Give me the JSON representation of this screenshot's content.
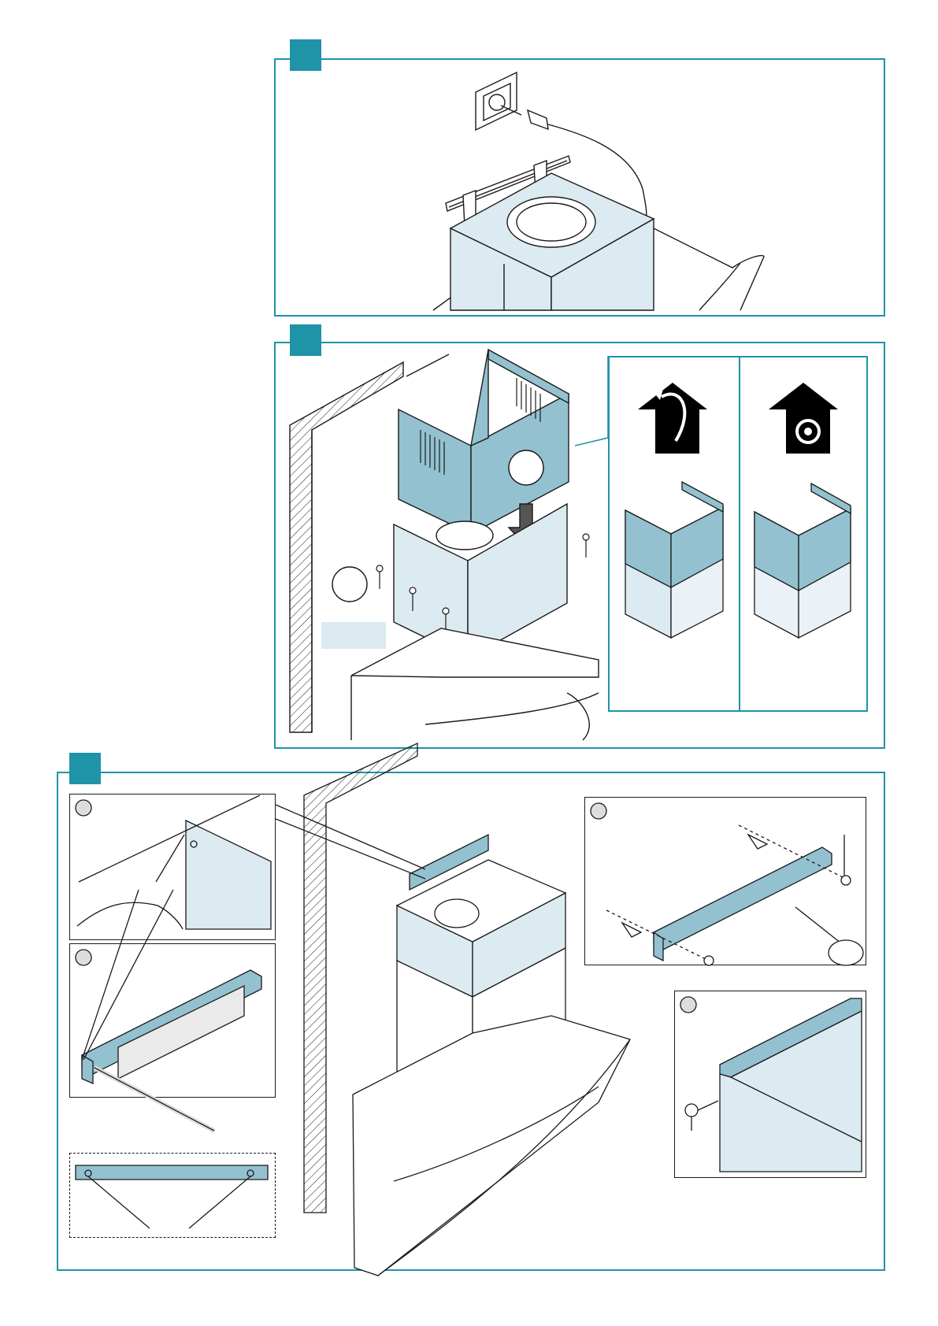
{
  "document": {
    "type": "installation-illustration",
    "steps": [
      {
        "badge": "",
        "subject": "power-plug-and-mounting-bracket"
      },
      {
        "badge": "",
        "subject": "upper-chimney-section-fitting"
      },
      {
        "badge": "",
        "subject": "wall-bracket-installation"
      }
    ],
    "modes": [
      {
        "icon": "exhaust-air-icon"
      },
      {
        "icon": "recirculation-icon"
      }
    ],
    "colors": {
      "accent": "#1f93a8",
      "part_fill": "#93c1d0",
      "part_fill_light": "#dceaf1",
      "line": "#1a1a1a"
    }
  }
}
